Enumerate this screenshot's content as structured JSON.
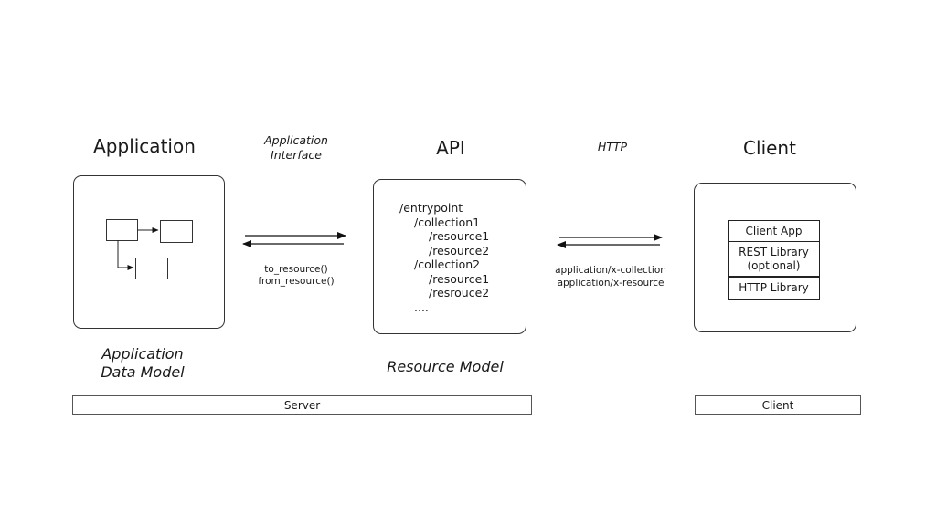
{
  "headings": {
    "application": "Application",
    "api": "API",
    "client": "Client"
  },
  "connectors": {
    "app_interface": "Application\nInterface",
    "http": "HTTP",
    "app_methods": [
      "to_resource()",
      "from_resource()"
    ],
    "http_types": [
      "application/x-collection",
      "application/x-resource"
    ]
  },
  "api_tree": [
    {
      "text": "/entrypoint",
      "indent": 0
    },
    {
      "text": "/collection1",
      "indent": 1
    },
    {
      "text": "/resource1",
      "indent": 2
    },
    {
      "text": "/resource2",
      "indent": 2
    },
    {
      "text": "/collection2",
      "indent": 1
    },
    {
      "text": "/resource1",
      "indent": 2
    },
    {
      "text": "/resrouce2",
      "indent": 2
    },
    {
      "text": "....",
      "indent": 1
    }
  ],
  "client_stack": {
    "client_app": "Client App",
    "rest_library": "REST Library\n(optional)",
    "http_library": "HTTP Library"
  },
  "models": {
    "application": "Application\nData Model",
    "resource": "Resource Model"
  },
  "bars": {
    "server": "Server",
    "client": "Client"
  }
}
